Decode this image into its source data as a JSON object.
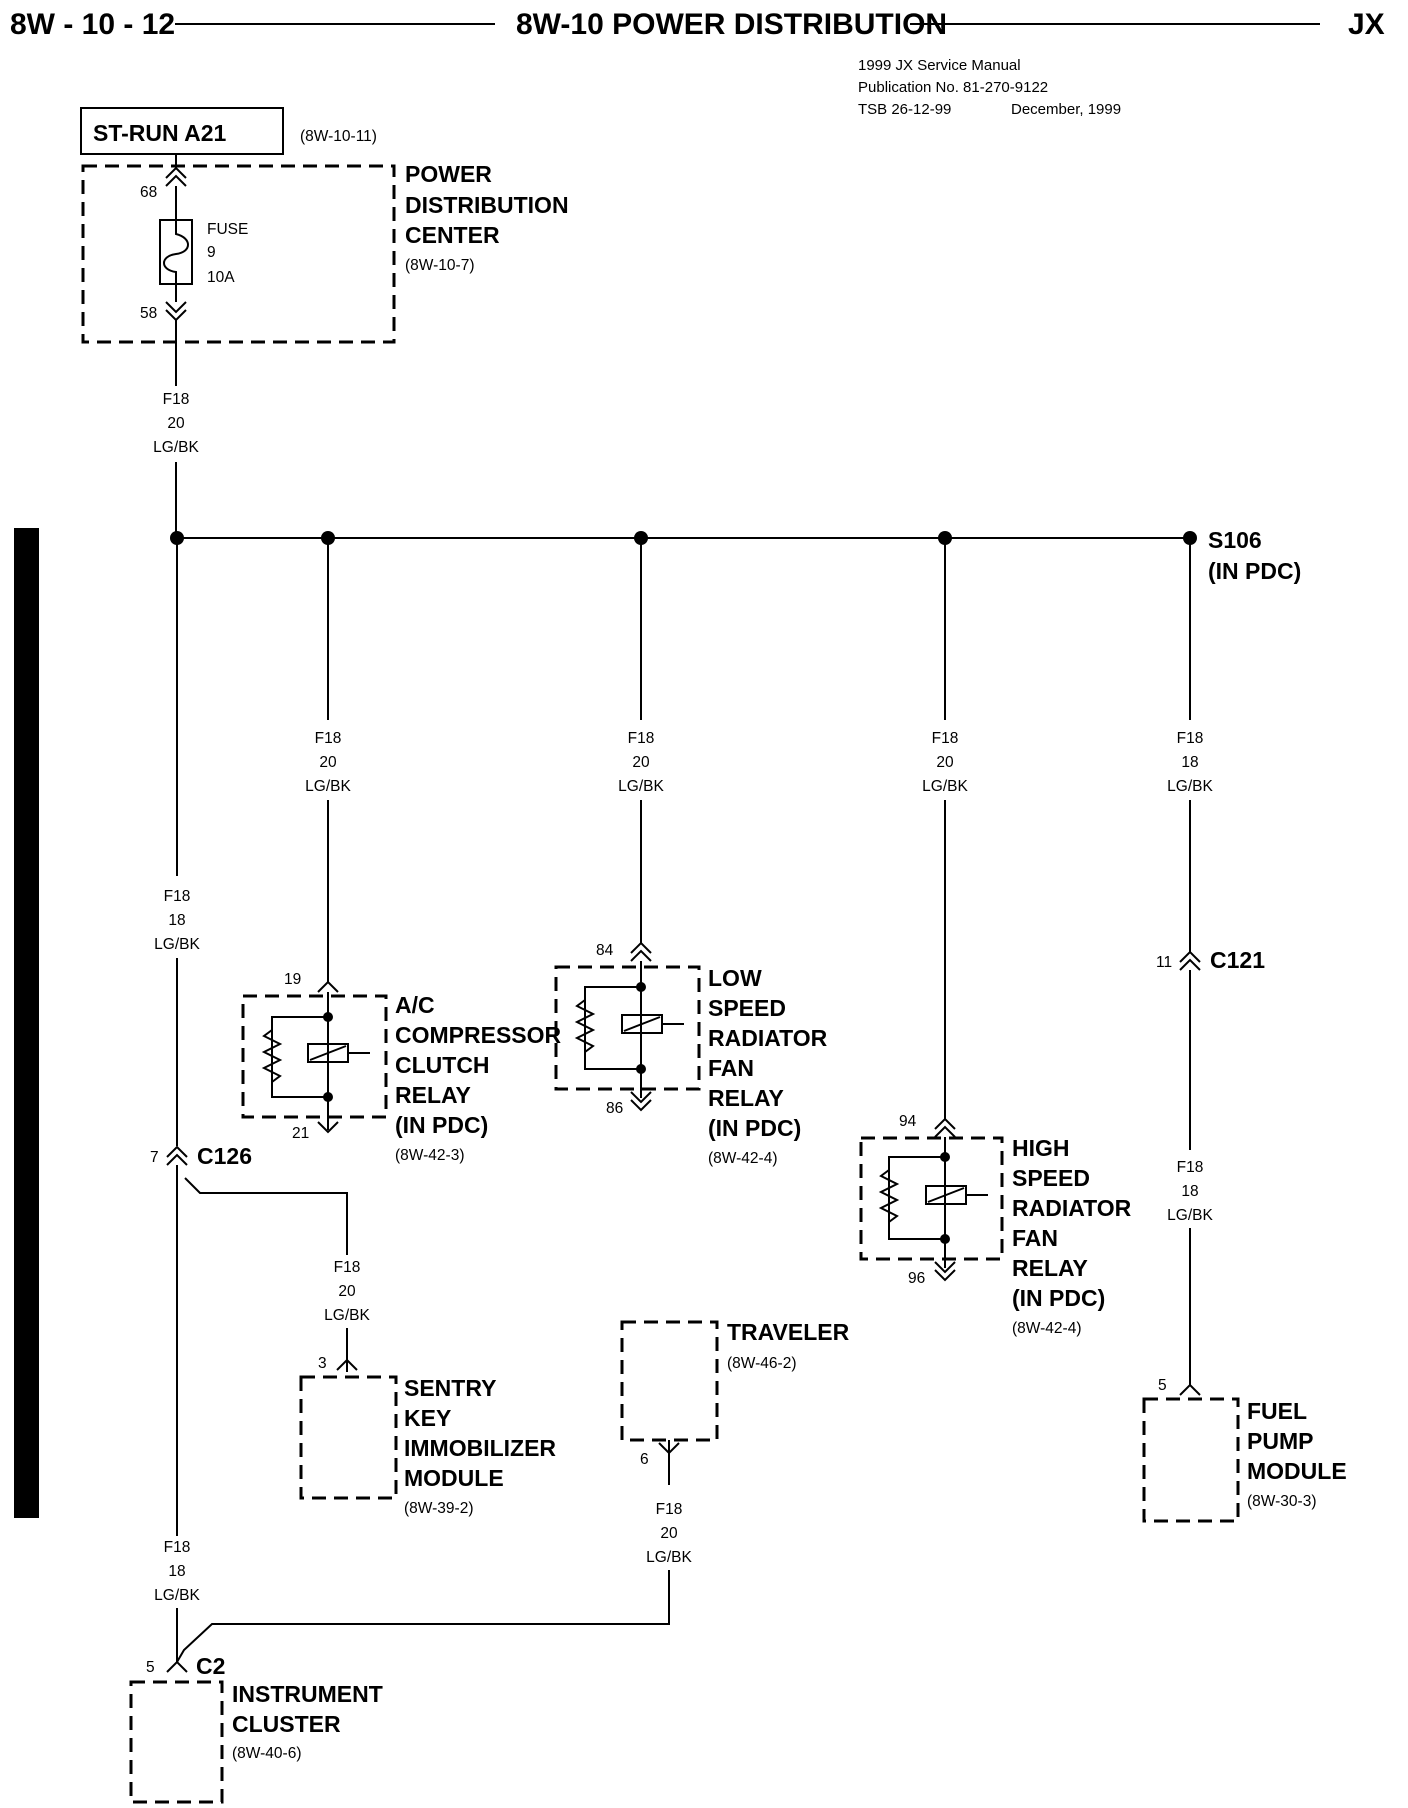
{
  "header": {
    "page_number": "8W - 10 - 12",
    "title": "8W-10 POWER DISTRIBUTION",
    "model": "JX"
  },
  "publication": {
    "line1": "1999 JX Service Manual",
    "line2": "Publication No. 81-270-9122",
    "tsb": "TSB 26-12-99",
    "date": "December, 1999"
  },
  "source": {
    "label": "ST-RUN A21",
    "ref": "(8W-10-11)"
  },
  "pdc": {
    "name_1": "POWER",
    "name_2": "DISTRIBUTION",
    "name_3": "CENTER",
    "ref": "(8W-10-7)",
    "fuse_label": "FUSE",
    "fuse_number": "9",
    "fuse_rating": "10A",
    "pin_in": "68",
    "pin_out": "58"
  },
  "wires": {
    "feed": {
      "circuit": "F18",
      "gauge": "20",
      "color": "LG/BK"
    },
    "ac": {
      "circuit": "F18",
      "gauge": "20",
      "color": "LG/BK"
    },
    "lowfan": {
      "circuit": "F18",
      "gauge": "20",
      "color": "LG/BK"
    },
    "highfan": {
      "circuit": "F18",
      "gauge": "20",
      "color": "LG/BK"
    },
    "fuel_a": {
      "circuit": "F18",
      "gauge": "18",
      "color": "LG/BK"
    },
    "fuel_b": {
      "circuit": "F18",
      "gauge": "18",
      "color": "LG/BK"
    },
    "main": {
      "circuit": "F18",
      "gauge": "18",
      "color": "LG/BK"
    },
    "skim": {
      "circuit": "F18",
      "gauge": "20",
      "color": "LG/BK"
    },
    "cluster": {
      "circuit": "F18",
      "gauge": "18",
      "color": "LG/BK"
    },
    "traveler": {
      "circuit": "F18",
      "gauge": "20",
      "color": "LG/BK"
    }
  },
  "splice": {
    "name": "S106",
    "location": "(IN PDC)"
  },
  "ac_relay": {
    "line1": "A/C",
    "line2": "COMPRESSOR",
    "line3": "CLUTCH",
    "line4": "RELAY",
    "line5": "(IN PDC)",
    "ref": "(8W-42-3)",
    "pin_top": "19",
    "pin_bottom": "21"
  },
  "low_fan_relay": {
    "line1": "LOW",
    "line2": "SPEED",
    "line3": "RADIATOR",
    "line4": "FAN",
    "line5": "RELAY",
    "line6": "(IN PDC)",
    "ref": "(8W-42-4)",
    "pin_top": "84",
    "pin_bottom": "86"
  },
  "high_fan_relay": {
    "line1": "HIGH",
    "line2": "SPEED",
    "line3": "RADIATOR",
    "line4": "FAN",
    "line5": "RELAY",
    "line6": "(IN PDC)",
    "ref": "(8W-42-4)",
    "pin_top": "94",
    "pin_bottom": "96"
  },
  "connectors": {
    "c121": {
      "name": "C121",
      "pin": "11"
    },
    "c126": {
      "name": "C126",
      "pin": "7"
    },
    "c2": {
      "name": "C2",
      "pin": "5"
    }
  },
  "skim": {
    "line1": "SENTRY",
    "line2": "KEY",
    "line3": "IMMOBILIZER",
    "line4": "MODULE",
    "ref": "(8W-39-2)",
    "pin": "3"
  },
  "traveler": {
    "line1": "TRAVELER",
    "ref": "(8W-46-2)",
    "pin": "6"
  },
  "fuel_pump": {
    "line1": "FUEL",
    "line2": "PUMP",
    "line3": "MODULE",
    "ref": "(8W-30-3)",
    "pin": "5"
  },
  "cluster": {
    "line1": "INSTRUMENT",
    "line2": "CLUSTER",
    "ref": "(8W-40-6)"
  }
}
